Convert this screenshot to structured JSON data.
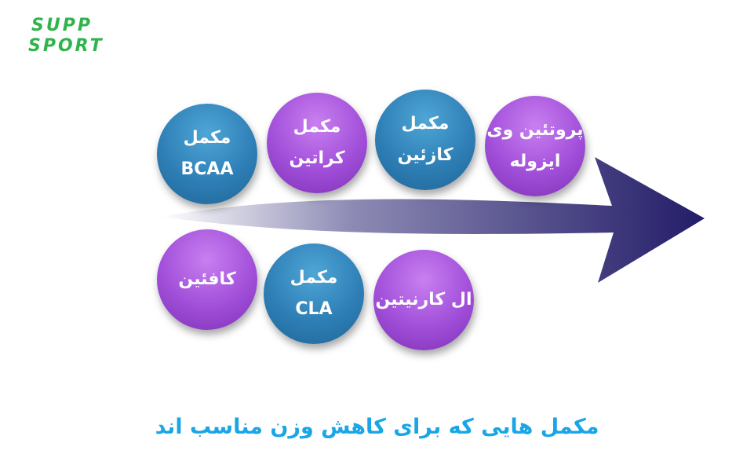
{
  "logo": {
    "line1": "SUPP",
    "line2": "SPORT"
  },
  "circles": {
    "whey": {
      "line1": "پروتئین وی",
      "line2": "ایزوله"
    },
    "casein": {
      "line1": "مکمل",
      "line2": "کازئین"
    },
    "creatine": {
      "line1": "مکمل",
      "line2": "کراتین"
    },
    "bcaa": {
      "line1": "مکمل",
      "line2": "BCAA"
    },
    "caffeine": {
      "line1": "کافئین"
    },
    "cla": {
      "line1": "مکمل",
      "line2": "CLA"
    },
    "carnitine": {
      "line1": "ال کارنیتین"
    }
  },
  "title": "مکمل هایی که برای کاهش وزن مناسب اند",
  "colors": {
    "blue": "#2e7fb6",
    "purple": "#a14fd9",
    "arrow": "#2a2170",
    "title": "#1aa6e6",
    "logo": "#2fb34a"
  }
}
